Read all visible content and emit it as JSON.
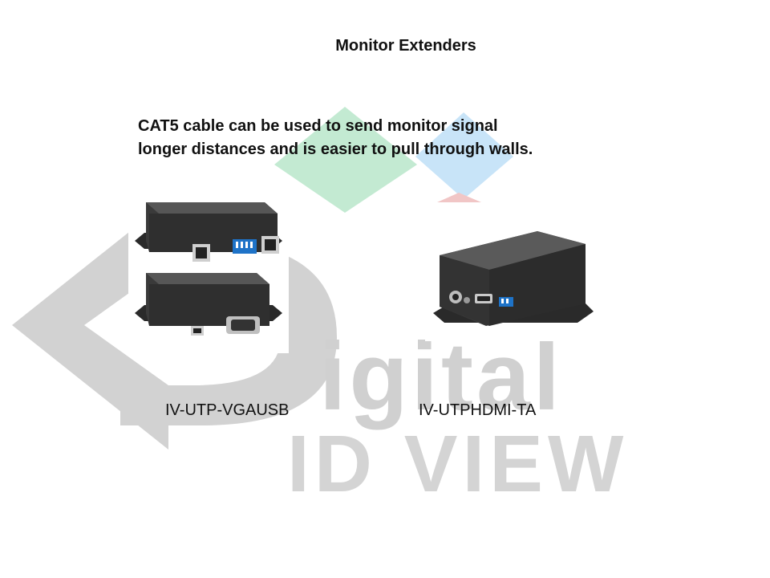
{
  "slide": {
    "title": "Monitor Extenders",
    "body_lines": [
      "CAT5 cable can be used to send monitor signal",
      "longer distances and is easier to pull through walls."
    ]
  },
  "products": [
    {
      "model": "IV-UTP-VGAUSB"
    },
    {
      "model": "IV-UTPHDMI-TA"
    }
  ],
  "watermark": {
    "logo_text_line1": "igital",
    "logo_text_line2": "ID VIEW",
    "colors": {
      "gray": "#cfcfcf",
      "green": "#bfe8cf",
      "blue": "#c5e2f8",
      "red": "#f3c8c8"
    }
  }
}
